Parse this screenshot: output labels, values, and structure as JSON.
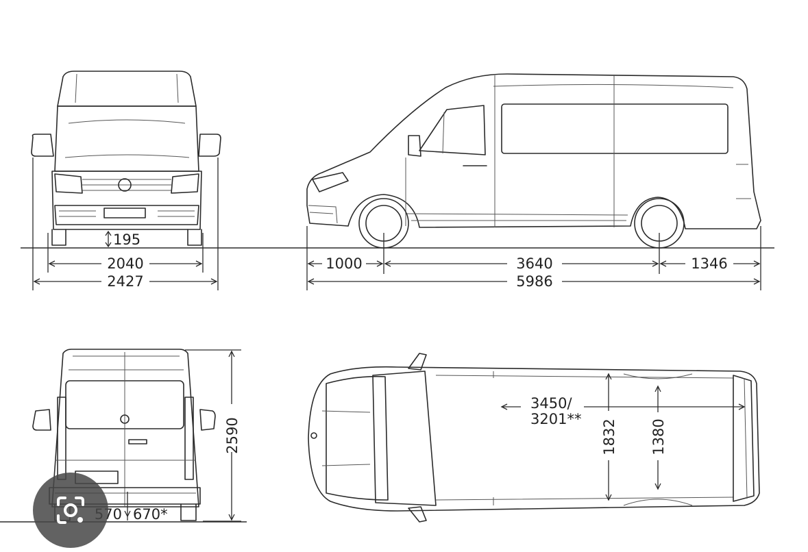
{
  "dimensions": {
    "front_ground_clearance": "195",
    "front_track_width": "2040",
    "front_overall_width": "2427",
    "side_front_overhang": "1000",
    "side_wheelbase": "3640",
    "side_rear_overhang": "1346",
    "side_overall_length": "5986",
    "rear_overall_height": "2590",
    "rear_load_sill_low": "570",
    "rear_load_sill_high": "670*",
    "top_cargo_length_1": "3450/",
    "top_cargo_length_2": "3201**",
    "top_cargo_width": "1832",
    "top_width_between_arches": "1380"
  },
  "badge": {
    "icon": "lens-search-icon"
  }
}
